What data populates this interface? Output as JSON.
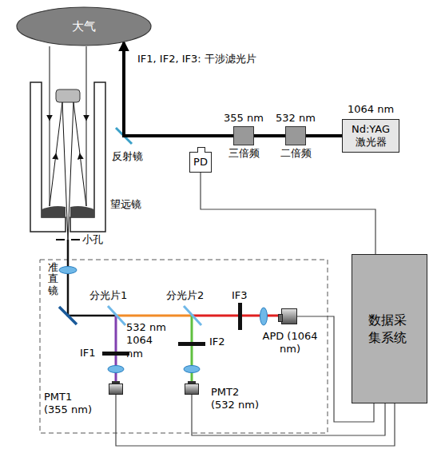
{
  "diagram": {
    "nodes": [
      {
        "text": [
          "大气"
        ]
      },
      {
        "text": [
          "1064 nm",
          "Nd:YAG 激光器"
        ]
      },
      {
        "text": [
          "355 nm",
          "三倍频"
        ]
      },
      {
        "text": [
          "532 nm",
          "二倍频"
        ]
      },
      {
        "text": [
          "PD"
        ]
      },
      {
        "text": [
          "数据采集系统"
        ]
      },
      {
        "text": [
          "APD (1064 nm)"
        ]
      },
      {
        "text": [
          "PMT1 (355 nm)"
        ]
      },
      {
        "text": [
          "PMT2 (532 nm)"
        ]
      }
    ],
    "edges": [
      {
        "from": 1,
        "to": 3,
        "arrow": "none"
      },
      {
        "from": 3,
        "to": 2,
        "arrow": "none"
      },
      {
        "from": 2,
        "to": 0,
        "arrow": "to"
      },
      {
        "from": 4,
        "to": 5,
        "arrow": "none"
      },
      {
        "from": 6,
        "to": 5,
        "arrow": "none"
      },
      {
        "from": 7,
        "to": 5,
        "arrow": "none"
      },
      {
        "from": 8,
        "to": 5,
        "arrow": "none"
      }
    ],
    "labels": [
      "IF1, IF2, IF3: 干涉滤光片",
      "反射镜",
      "望远镜",
      "小孔",
      "准直镜",
      "分光片1",
      "532 nm 1064 nm",
      "分光片2",
      "IF3",
      "IF1",
      "IF2"
    ]
  }
}
